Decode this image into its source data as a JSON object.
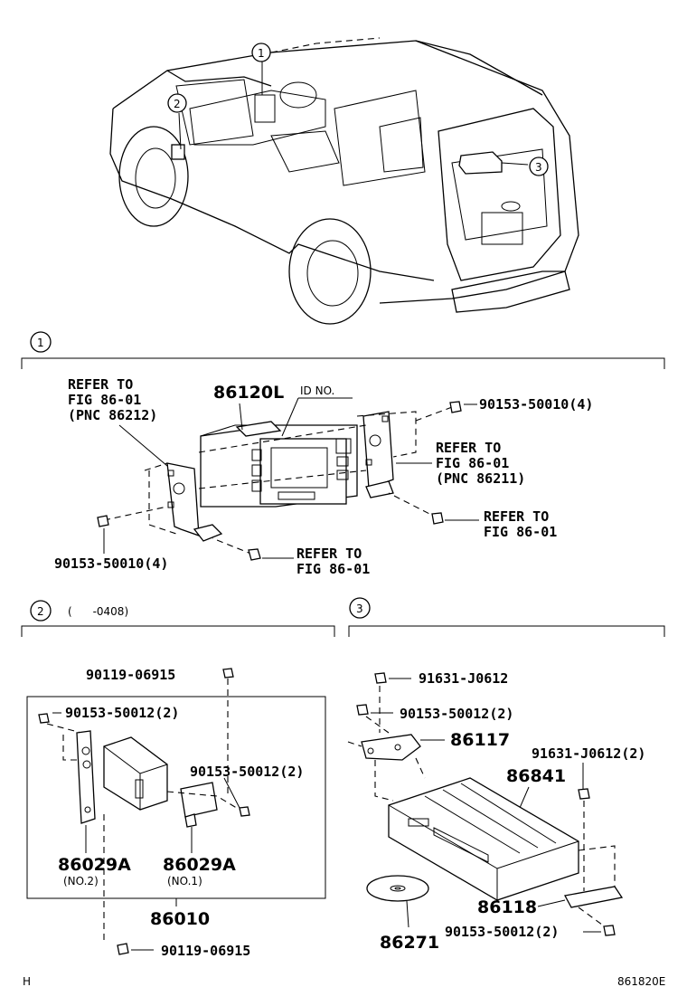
{
  "callouts": {
    "one": "1",
    "two": "2",
    "three": "3"
  },
  "section1": {
    "part_main": "86120L",
    "id_no": "ID NO.",
    "refer_left": [
      "REFER TO",
      "FIG 86-01",
      "(PNC 86212)"
    ],
    "refer_right": [
      "REFER TO",
      "FIG 86-01",
      "(PNC 86211)"
    ],
    "refer_bolt_right": [
      "REFER TO",
      "FIG 86-01"
    ],
    "refer_bolt_bottom": [
      "REFER TO",
      "FIG 86-01"
    ],
    "bolt_top": "90153-50010(4)",
    "bolt_left": "90153-50010(4)"
  },
  "section2": {
    "range": "(      -0408)",
    "bolt_top": "90119-06915",
    "bolt_box_left": "90153-50012(2)",
    "bolt_box_right": "90153-50012(2)",
    "bracket_no2": "86029A",
    "bracket_no2_note": "(NO.2)",
    "bracket_no1": "86029A",
    "bracket_no1_note": "(NO.1)",
    "assembly": "86010",
    "bolt_bottom": "90119-06915"
  },
  "section3": {
    "screw_top": "91631-J0612",
    "bolt_top": "90153-50012(2)",
    "bracket_top": "86117",
    "screw_right": "91631-J0612(2)",
    "changer": "86841",
    "bracket_bottom": "86118",
    "bolt_bottom": "90153-50012(2)",
    "disc": "86271"
  },
  "footer": {
    "left": "H",
    "right": "861820E"
  }
}
